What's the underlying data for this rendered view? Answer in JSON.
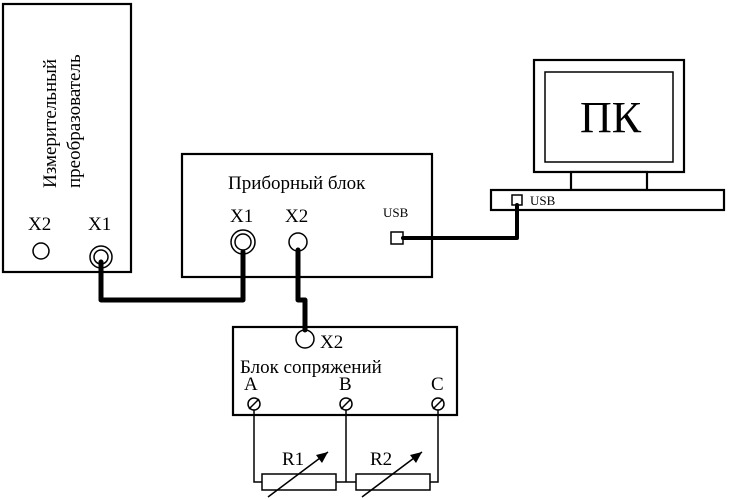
{
  "transducer": {
    "name_line1": "Измерительный",
    "name_line2": "преобразователь",
    "port_x2": "X2",
    "port_x1": "X1"
  },
  "instrument_block": {
    "name": "Приборный блок",
    "port_x1": "X1",
    "port_x2": "X2",
    "port_usb": "USB"
  },
  "pc": {
    "name": "ПК",
    "port_usb": "USB"
  },
  "interface_block": {
    "name": "Блок сопряжений",
    "port_x2": "X2",
    "terminal_a": "A",
    "terminal_b": "B",
    "terminal_c": "C"
  },
  "resistors": {
    "r1": "R1",
    "r2": "R2"
  }
}
